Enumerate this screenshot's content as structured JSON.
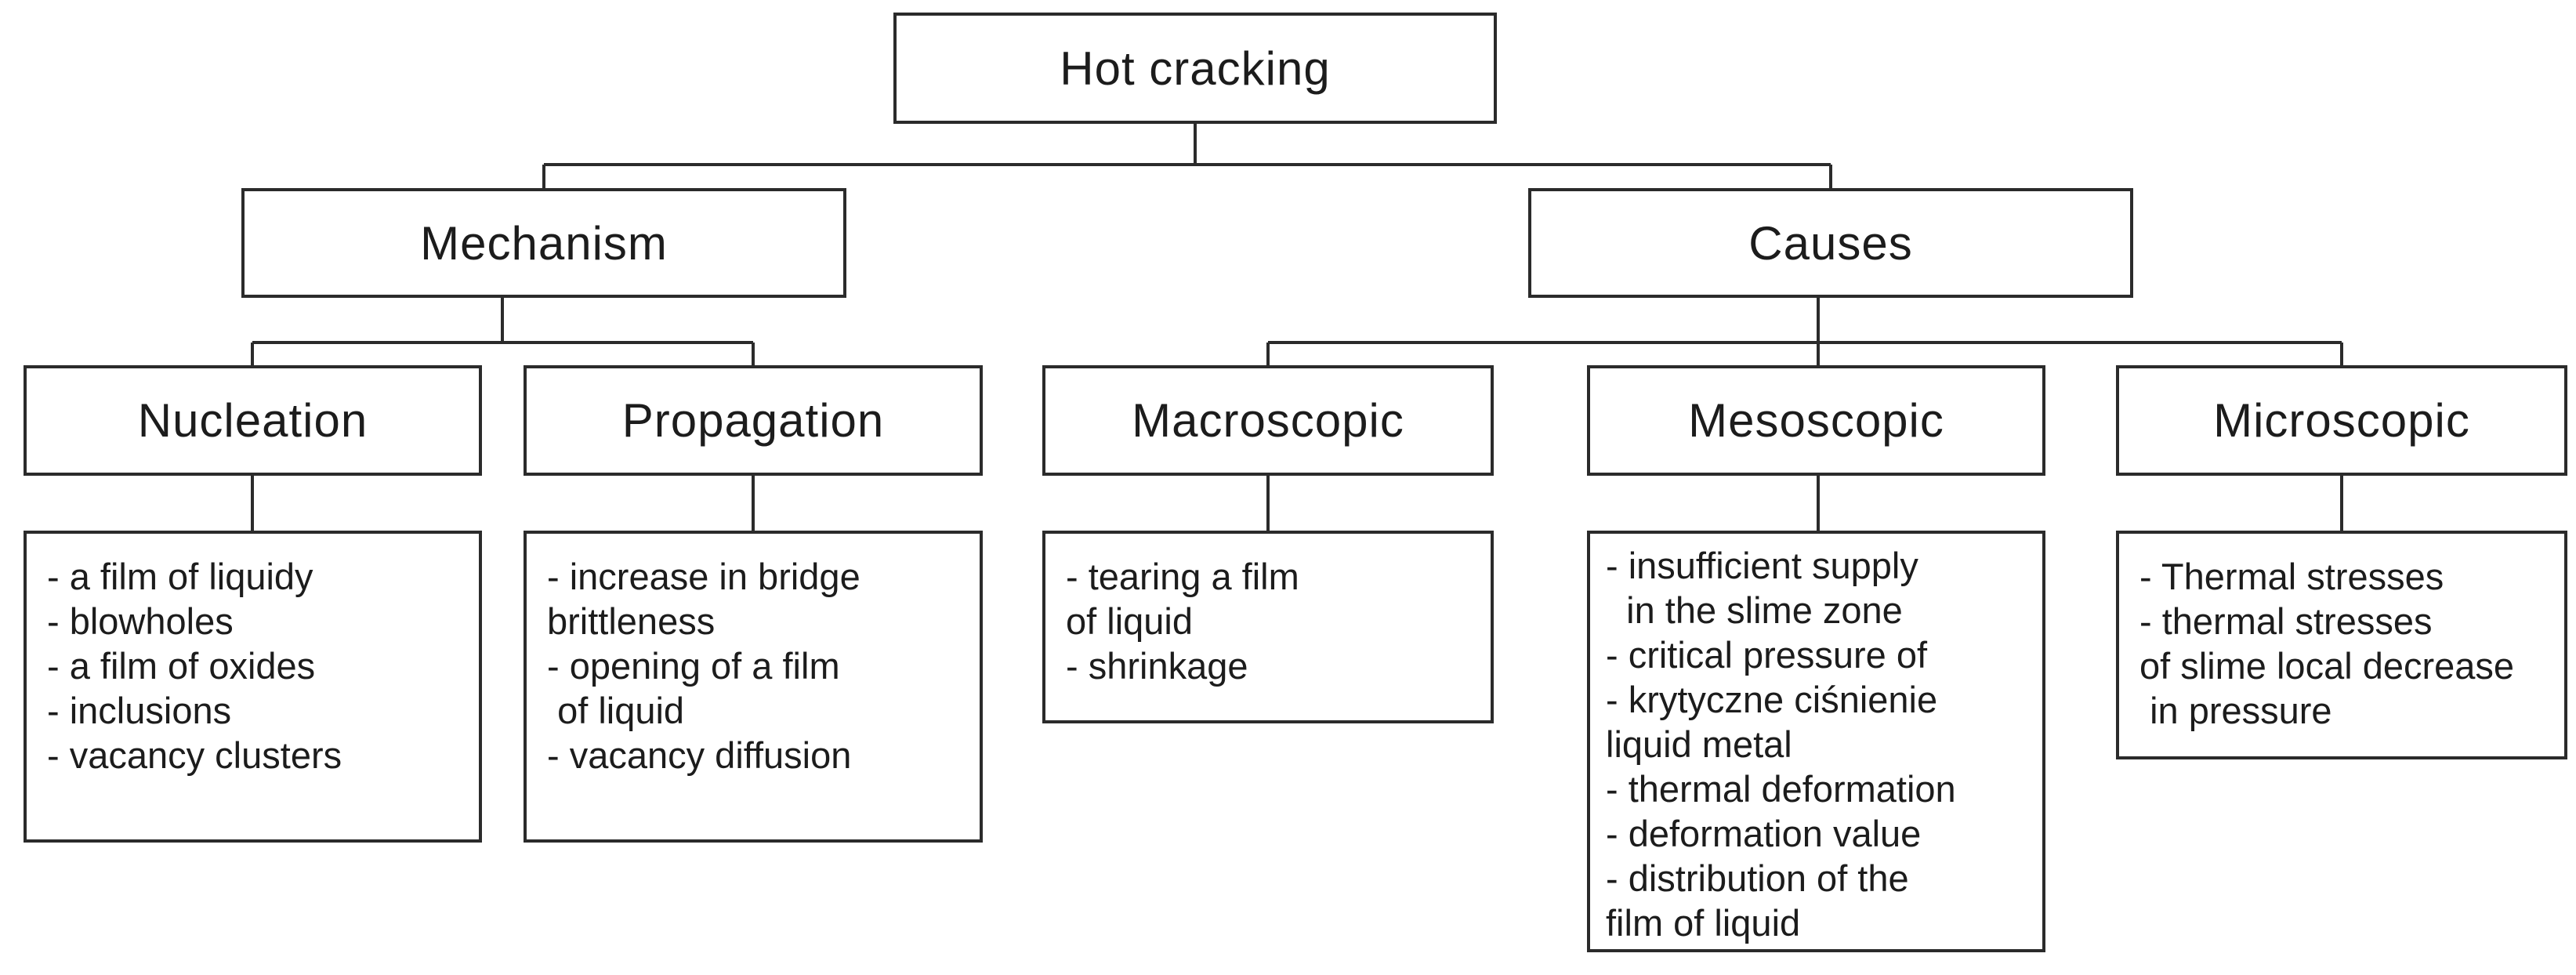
{
  "diagram": {
    "title": "Hot cracking",
    "root": {
      "label": "Hot cracking"
    },
    "branches": [
      {
        "label": "Mechanism",
        "children": [
          {
            "label": "Nucleation",
            "items": [
              "- a film of liquidy",
              "- blowholes",
              "- a film of oxides",
              "- inclusions",
              "- vacancy clusters"
            ]
          },
          {
            "label": "Propagation",
            "items": [
              "- increase in bridge",
              "brittleness",
              "- opening of a film",
              " of liquid",
              "- vacancy diffusion"
            ]
          }
        ]
      },
      {
        "label": "Causes",
        "children": [
          {
            "label": "Macroscopic",
            "items": [
              "- tearing a film",
              "of liquid",
              "- shrinkage"
            ]
          },
          {
            "label": "Mesoscopic",
            "items": [
              "- insufficient supply",
              "  in the slime zone",
              "- critical pressure of",
              "- krytyczne ciśnienie",
              "liquid metal",
              "- thermal deformation",
              "- deformation value",
              "- distribution of the",
              "film of liquid"
            ]
          },
          {
            "label": "Microscopic",
            "items": [
              "- Thermal stresses",
              "- thermal stresses",
              "of slime local decrease",
              " in pressure"
            ]
          }
        ]
      }
    ],
    "line_color": "#2b2b2b"
  }
}
